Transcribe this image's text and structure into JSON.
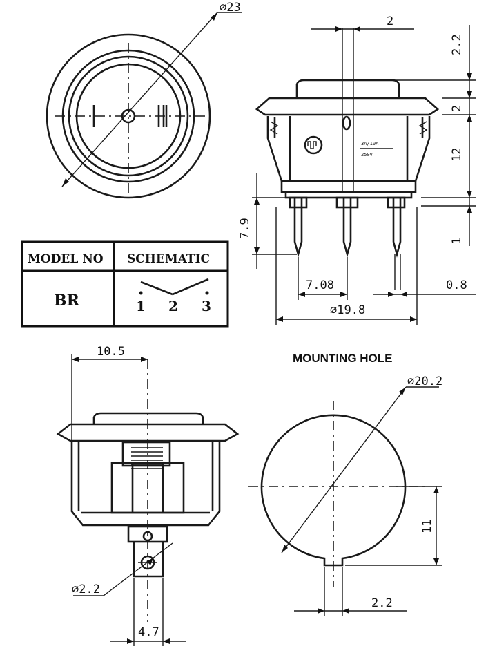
{
  "dims": {
    "front_dia": "⌀23",
    "pin_spacing_top": "2",
    "height_top": "2.2",
    "height_flange": "2",
    "height_body": "12",
    "height_bottom": "1",
    "pin_length": "7.9",
    "pin_pitch": "7.08",
    "pin_thickness": "0.8",
    "body_dia": "⌀19.8",
    "side_offset": "10.5",
    "hole_dia": "⌀2.2",
    "tab_width": "4.7",
    "mount_dia": "⌀20.2",
    "mount_flat": "11",
    "mount_key": "2.2"
  },
  "table": {
    "col_model": "MODEL NO",
    "col_schematic": "SCHEMATIC",
    "model": "BR",
    "pin1": "1",
    "pin2": "2",
    "pin3": "3"
  },
  "labels": {
    "mounting_hole": "MOUNTING HOLE",
    "rating1": "3A/10A",
    "rating2": "250V"
  }
}
